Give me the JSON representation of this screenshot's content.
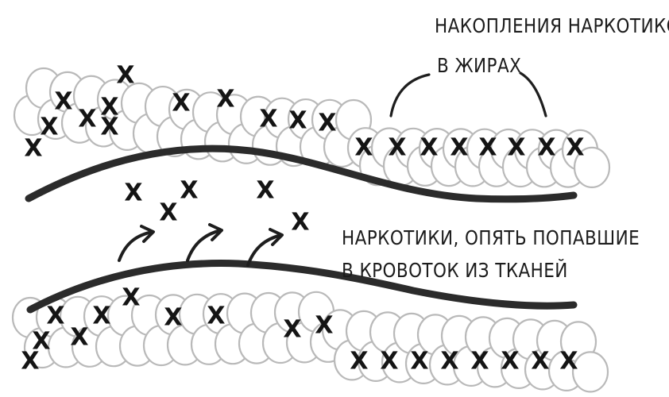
{
  "labels": {
    "fat_top": "НАКОПЛЕНИЯ НАРКОТИКОВ",
    "fat_bottom": "В ЖИРАХ",
    "blood_line1": "НАРКОТИКИ, ОПЯТЬ ПОПАВШИЕ",
    "blood_line2": "В КРОВОТОК ИЗ ТКАНЕЙ"
  },
  "drug_marker": "X",
  "colors": {
    "ink": "#1c1c1c",
    "vessel_wall": "#2b2b2b",
    "fat_cell_outline": "#b9b9b9"
  }
}
